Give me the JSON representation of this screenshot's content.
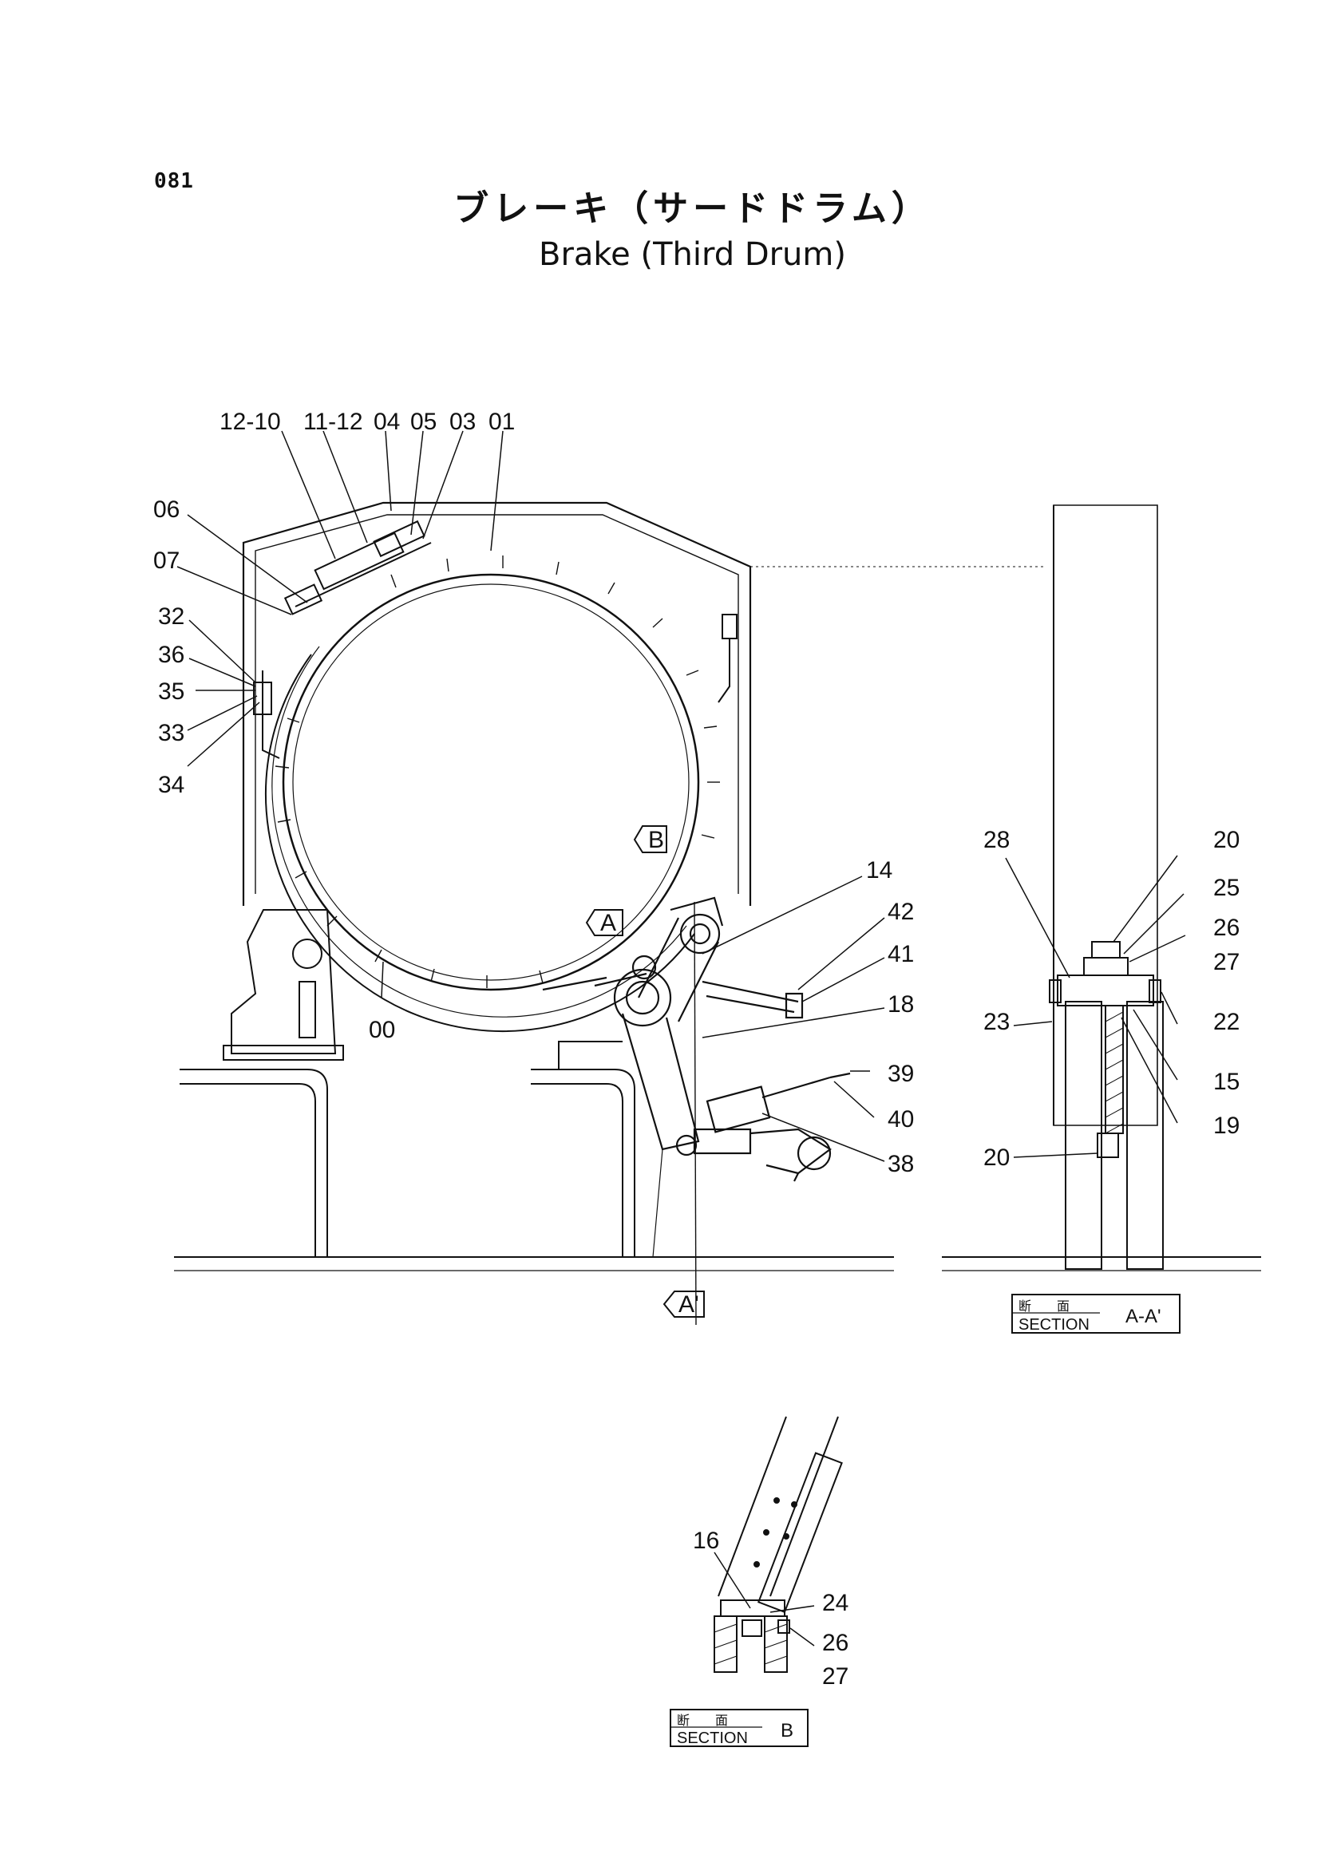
{
  "page_number": "081",
  "title_jp": "ブレーキ（サードドラム）",
  "title_en": "Brake (Third Drum)",
  "part_labels": [
    {
      "id": "12-10"
    },
    {
      "id": "11-12"
    },
    {
      "id": "04"
    },
    {
      "id": "05"
    },
    {
      "id": "03"
    },
    {
      "id": "01"
    },
    {
      "id": "06"
    },
    {
      "id": "07"
    },
    {
      "id": "32"
    },
    {
      "id": "36"
    },
    {
      "id": "35"
    },
    {
      "id": "33"
    },
    {
      "id": "34"
    },
    {
      "id": "00"
    },
    {
      "id": "14"
    },
    {
      "id": "42"
    },
    {
      "id": "41"
    },
    {
      "id": "18"
    },
    {
      "id": "39"
    },
    {
      "id": "40"
    },
    {
      "id": "38"
    },
    {
      "id": "28"
    },
    {
      "id": "20"
    },
    {
      "id": "25"
    },
    {
      "id": "26"
    },
    {
      "id": "27"
    },
    {
      "id": "23"
    },
    {
      "id": "22"
    },
    {
      "id": "15"
    },
    {
      "id": "19"
    },
    {
      "id": "20"
    },
    {
      "id": "16"
    },
    {
      "id": "24"
    },
    {
      "id": "26"
    },
    {
      "id": "27"
    }
  ],
  "view_markers": {
    "a": "A",
    "b": "B",
    "a_prime": "A'"
  },
  "section_aa": {
    "jp": "断　　面",
    "en": "SECTION",
    "name": "A-A'"
  },
  "section_b": {
    "jp": "断　　面",
    "en": "SECTION",
    "name": "B"
  }
}
